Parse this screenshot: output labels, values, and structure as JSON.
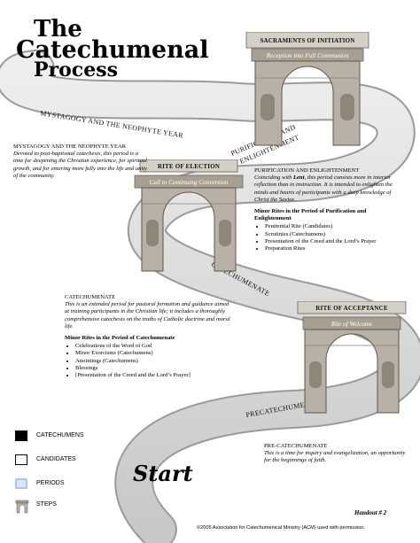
{
  "title": {
    "line1": "The",
    "line2": "Catechumenal",
    "line3": "Process"
  },
  "arches": {
    "initiation": {
      "label": "SACRAMENTS OF INITIATION",
      "sub": "Reception into Full Communion"
    },
    "election": {
      "label": "RITE OF ELECTION",
      "sub": "Call to Continuing Conversion"
    },
    "acceptance": {
      "label": "RITE OF ACCEPTANCE",
      "sub": "Rite of Welcome"
    }
  },
  "path_labels": {
    "mystagogy": "MYSTAGOGY AND THE NEOPHYTE YEAR",
    "purification_1": "PURIFICATION AND",
    "purification_2": "ENLIGHTENMENT",
    "catechumenate": "CATECHUMENATE",
    "precatechumenate": "PRECATECHUMENATE"
  },
  "blocks": {
    "mystagogy": {
      "heading": "MYSTAGOGY AND THE NEOPHYTE YEAR",
      "body": "Devoted to post-baptismal catechesis, this period is a time for deepening the Christian experience, for spiritual growth, and for entering more fully into the life and unity of the community."
    },
    "purification": {
      "heading": "PURIFICATION AND ENLIGHTENMENT",
      "body_pre": "Coinciding with ",
      "body_em": "Lent",
      "body_post": ", this period consists more in interior reflection than in instruction. It is intended to enlighten the minds and hearts of participants with a deep knowledge of Christ the Savior.",
      "subheading": "Minor Rites in the Period of Purification and Enlightenment",
      "items": [
        "Penitential Rite (Candidates)",
        "Scrutinies (Catechumens)",
        "Presentation of the Creed and the Lord’s Prayer",
        "Preparation Rites"
      ]
    },
    "catechumenate": {
      "heading": "CATECHUMENATE",
      "body": "This is an extended period for pastoral formation and guidance aimed at training participants in the Christian life; it includes a thoroughly comprehensive catechesis on the truths of Catholic doctrine and moral life.",
      "subheading": "Minor Rites in the Period of Catechumenate",
      "items": [
        "Celebrations of the Word of God",
        "Minor Exorcisms (Catechumens)",
        "Anointings (Catechumens)",
        "Blessings",
        "[Presentation of the Creed and the Lord’s Prayer]"
      ]
    },
    "precatechumenate": {
      "heading": "PRE-CATECHUMENATE",
      "body": "This is a time for inquiry and evangelization, an opportunity for the beginnings of faith."
    }
  },
  "legend": {
    "catechumens": "CATECHUMENS",
    "candidates": "CANDIDATES",
    "periods": "PERIODS",
    "steps": "STEPS"
  },
  "colors": {
    "catechumens": "#000000",
    "candidates": "#ffffff",
    "periods": "#dbe8fb",
    "path": "#d8d8d8",
    "arch_stone": "#b9b1a6"
  },
  "start": "Start",
  "handout": "Handout # 2",
  "copyright": "©2005 Association for Catechumenical Ministry (ACM) used with permission."
}
